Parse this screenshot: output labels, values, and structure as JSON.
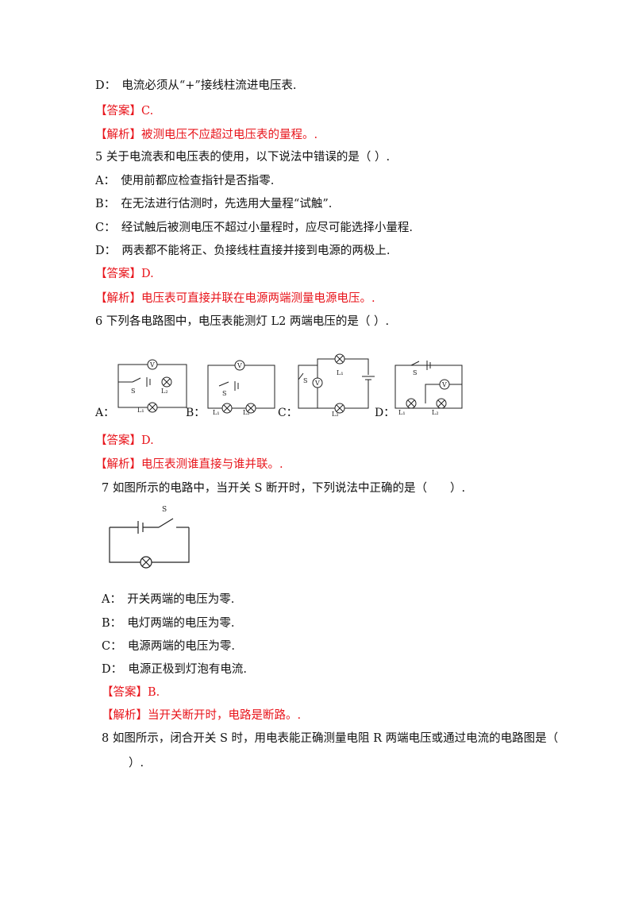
{
  "lines": {
    "q4d": "D：　电流必须从“+”接线柱流进电压表.",
    "q4_answer": "【答案】C.",
    "q4_analysis": "【解析】被测电压不应超过电压表的量程。.",
    "q5_stem": "5 关于电流表和电压表的使用，以下说法中错误的是（ ）.",
    "q5_a": "A：　使用前都应检查指针是否指零.",
    "q5_b": "B：　在无法进行估测时，先选用大量程“试触”.",
    "q5_c": "C：　经试触后被测电压不超过小量程时，应尽可能选择小量程.",
    "q5_d": "D：　两表都不能将正、负接线柱直接并接到电源的两极上.",
    "q5_answer": "【答案】D.",
    "q5_analysis": "【解析】电压表可直接并联在电源两端测量电源电压。.",
    "q6_stem": "6 下列各电路图中，电压表能测灯 L2 两端电压的是（ ）.",
    "q6_answer": "【答案】D.",
    "q6_analysis": "【解析】电压表测谁直接与谁并联。.",
    "q7_stem": "7 如图所示的电路中，当开关 S 断开时，下列说法中正确的是（　　）.",
    "q7_a": "A：　开关两端的电压为零.",
    "q7_b": "B：　电灯两端的电压为零.",
    "q7_c": "C：　电源两端的电压为零.",
    "q7_d": "D：　电源正极到灯泡有电流.",
    "q7_answer": "【答案】B.",
    "q7_analysis": "【解析】当开关断开时，电路是断路。.",
    "q8_stem_1": "8 如图所示，闭合开关 S 时，用电表能正确测量电阻 R 两端电压或通过电流的电路图是（",
    "q8_stem_2": "）."
  },
  "q6_options": {
    "a": "A：",
    "b": "B：",
    "c": "C：",
    "d": "D："
  },
  "circuit_labels": {
    "s": "S",
    "v": "V",
    "l1": "L₁",
    "l2": "L₂"
  },
  "colors": {
    "answer_red": "#e8141b",
    "text": "#111111"
  }
}
